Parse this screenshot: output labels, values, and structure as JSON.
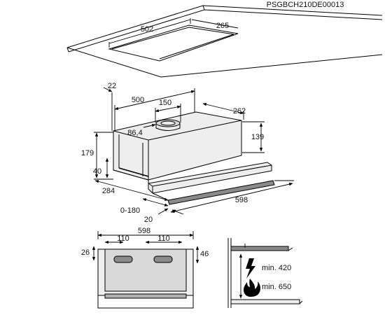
{
  "code": "PSGBCH210DE00013",
  "cutout": {
    "width": "502",
    "depth": "265"
  },
  "hood": {
    "offset_top": "22",
    "width_top": "500",
    "outlet": "150",
    "depth_top": "262",
    "outlet_offset": "86,4",
    "side_height": "139",
    "total_height": "179",
    "front_height": "40",
    "depth_body": "284",
    "extension": "0-180",
    "front_thickness": "20",
    "width_front": "598"
  },
  "front_view": {
    "width": "598",
    "left_gap": "110",
    "right_gap": "110",
    "left_height": "26",
    "right_height": "46"
  },
  "clearance": {
    "electric": "min. 420",
    "gas": "min. 650"
  },
  "icons": {
    "electric": "lightning-icon",
    "gas": "flame-icon"
  }
}
